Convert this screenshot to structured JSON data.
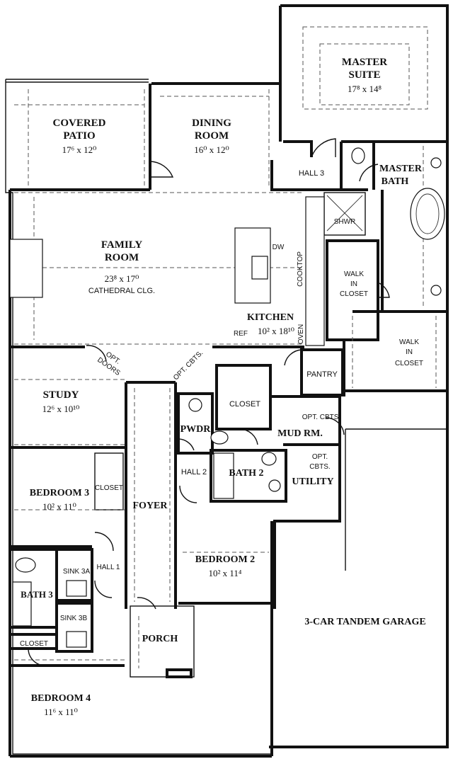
{
  "plan": {
    "rooms": {
      "master_suite": {
        "name_line1": "MASTER",
        "name_line2": "SUITE",
        "dims": "17⁸ x 14⁸"
      },
      "covered_patio": {
        "name_line1": "COVERED",
        "name_line2": "PATIO",
        "dims": "17⁶ x 12⁰"
      },
      "dining_room": {
        "name_line1": "DINING",
        "name_line2": "ROOM",
        "dims": "16⁰ x 12⁰"
      },
      "hall_3": {
        "name": "HALL 3"
      },
      "master_bath": {
        "name_line1": "MASTER",
        "name_line2": "BATH"
      },
      "shower": {
        "name": "SHWR"
      },
      "family_room": {
        "name_line1": "FAMILY",
        "name_line2": "ROOM",
        "dims": "23⁸ x 17⁰",
        "note": "CATHEDRAL CLG."
      },
      "dw": {
        "name": "DW"
      },
      "cooktop": {
        "name": "COOKTOP"
      },
      "walk_in_closet_1": {
        "line1": "WALK",
        "line2": "IN",
        "line3": "CLOSET"
      },
      "kitchen": {
        "name": "KITCHEN",
        "dims": "10² x 18¹⁰",
        "ref": "REF"
      },
      "oven": {
        "name": "OVEN"
      },
      "walk_in_closet_2": {
        "line1": "WALK",
        "line2": "IN",
        "line3": "CLOSET"
      },
      "opt_doors": {
        "line1": "OPT.",
        "line2": "DOORS"
      },
      "opt_cbts_1": {
        "name": "OPT. CBTS."
      },
      "pantry": {
        "name": "PANTRY"
      },
      "study": {
        "name": "STUDY",
        "dims": "12⁶ x 10¹⁰"
      },
      "closet_main": {
        "name": "CLOSET"
      },
      "opt_cbts_2": {
        "name": "OPT. CBTS."
      },
      "pwdr": {
        "name": "PWDR"
      },
      "mud_rm": {
        "name": "MUD RM."
      },
      "opt_cbts_3": {
        "line1": "OPT.",
        "line2": "CBTS."
      },
      "bedroom_3": {
        "name": "BEDROOM 3",
        "dims": "10² x 11⁰"
      },
      "closet_b3": {
        "name": "CLOSET"
      },
      "hall_2": {
        "name": "HALL 2"
      },
      "bath_2": {
        "name": "BATH 2"
      },
      "utility": {
        "name": "UTILITY"
      },
      "foyer": {
        "name": "FOYER"
      },
      "bedroom_2": {
        "name": "BEDROOM 2",
        "dims": "10² x 11⁴"
      },
      "sink_3a": {
        "name": "SINK 3A"
      },
      "hall_1": {
        "name": "HALL 1"
      },
      "bath_3": {
        "name": "BATH 3"
      },
      "sink_3b": {
        "name": "SINK 3B"
      },
      "garage": {
        "name": "3-CAR TANDEM GARAGE"
      },
      "closet_b4": {
        "name": "CLOSET"
      },
      "porch": {
        "name": "PORCH"
      },
      "bedroom_4": {
        "name": "BEDROOM 4",
        "dims": "11⁶ x 11⁰"
      }
    }
  }
}
